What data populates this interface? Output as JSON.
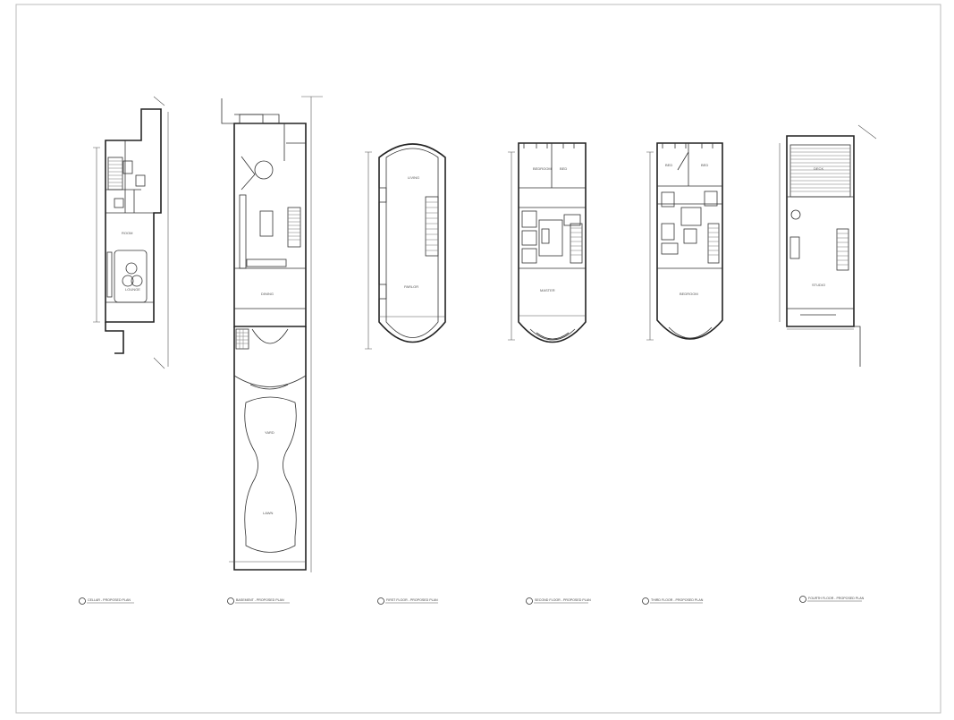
{
  "sheet": {
    "plans": [
      {
        "id": "cellar",
        "title": "CELLAR - PROPOSED PLAN"
      },
      {
        "id": "basement",
        "title": "BASEMENT - PROPOSED PLAN"
      },
      {
        "id": "first",
        "title": "FIRST FLOOR - PROPOSED PLAN"
      },
      {
        "id": "second",
        "title": "SECOND FLOOR - PROPOSED PLAN"
      },
      {
        "id": "third",
        "title": "THIRD FLOOR - PROPOSED PLAN"
      },
      {
        "id": "fourth",
        "title": "FOURTH FLOOR - PROPOSED PLAN"
      }
    ]
  }
}
